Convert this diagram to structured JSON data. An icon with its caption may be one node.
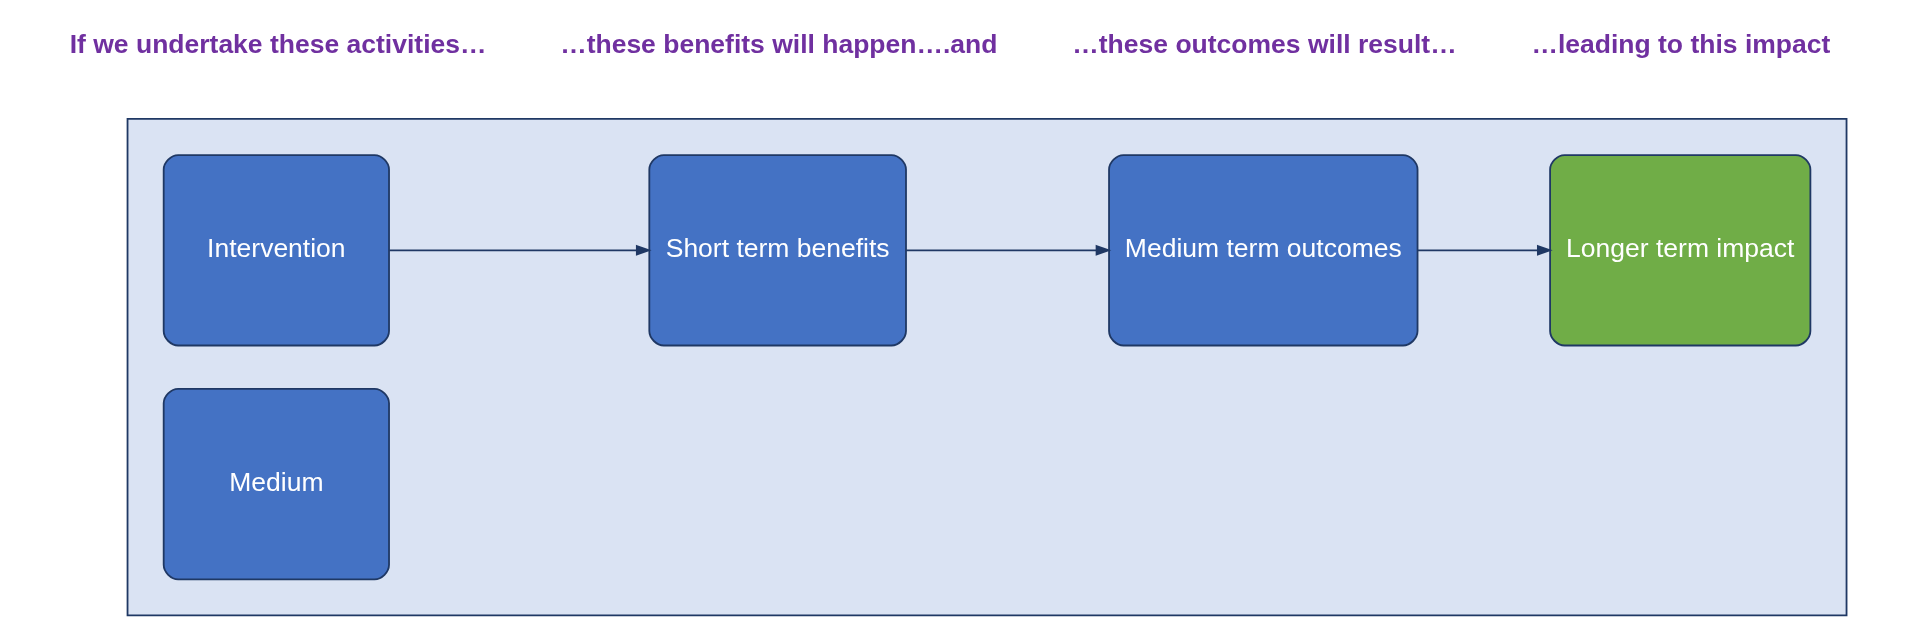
{
  "diagram": {
    "nodes": [
      {
        "text": [],
        "shape": "arrow"
      },
      {
        "text": [
          "Intervention"
        ],
        "in": 0
      },
      {
        "text": [
          "Short term benefits"
        ],
        "in": 0
      },
      {
        "text": [
          "Medium"
        ],
        "in": 0
      },
      {
        "text": [
          "Medium term outcomes"
        ],
        "in": 0
      },
      {
        "text": [
          "Longer term impact"
        ],
        "in": 0
      }
    ],
    "edges": [
      {
        "from": 1,
        "to": 2,
        "arrow": "to"
      },
      {
        "from": 2,
        "to": 4,
        "arrow": "to"
      },
      {
        "from": 4,
        "to": 5,
        "arrow": "to"
      }
    ],
    "labels": [
      "If we undertake these activities…",
      "…these benefits will happen….and",
      "…these outcomes will result…",
      "…leading to this impact"
    ]
  }
}
